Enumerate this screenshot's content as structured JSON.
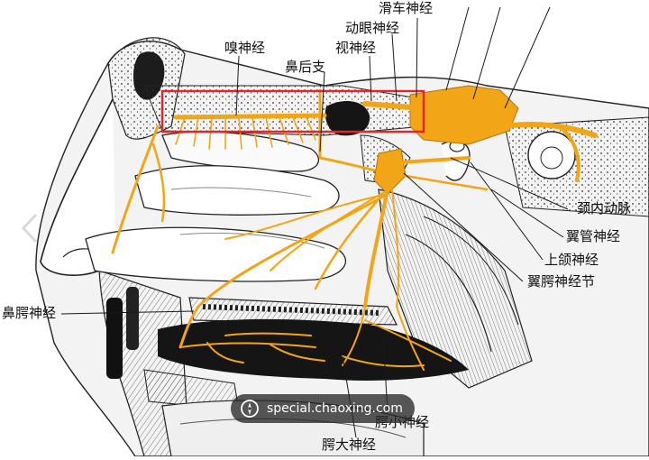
{
  "labels": {
    "trochlear": "滑车神经",
    "oculomotor": "动眼神经",
    "optic": "视神经",
    "olfactory": "嗅神经",
    "posterior_nasal": "鼻后支",
    "internal_carotid": "颈内动脉",
    "pterygoid_canal": "翼管神经",
    "maxillary": "上颌神经",
    "pterygopalatine_ganglion": "翼腭神经节",
    "nasopalatine": "鼻腭神经",
    "lesser_palatine": "腭小神经",
    "greater_palatine": "腭大神经"
  },
  "watermark": {
    "text": "special.chaoxing.com",
    "icon": "compass-icon"
  },
  "colors": {
    "nerve": "#f2a516",
    "highlight_box": "#e8232a",
    "line": "#1a1a1a",
    "tissue": "#eeeeee"
  }
}
